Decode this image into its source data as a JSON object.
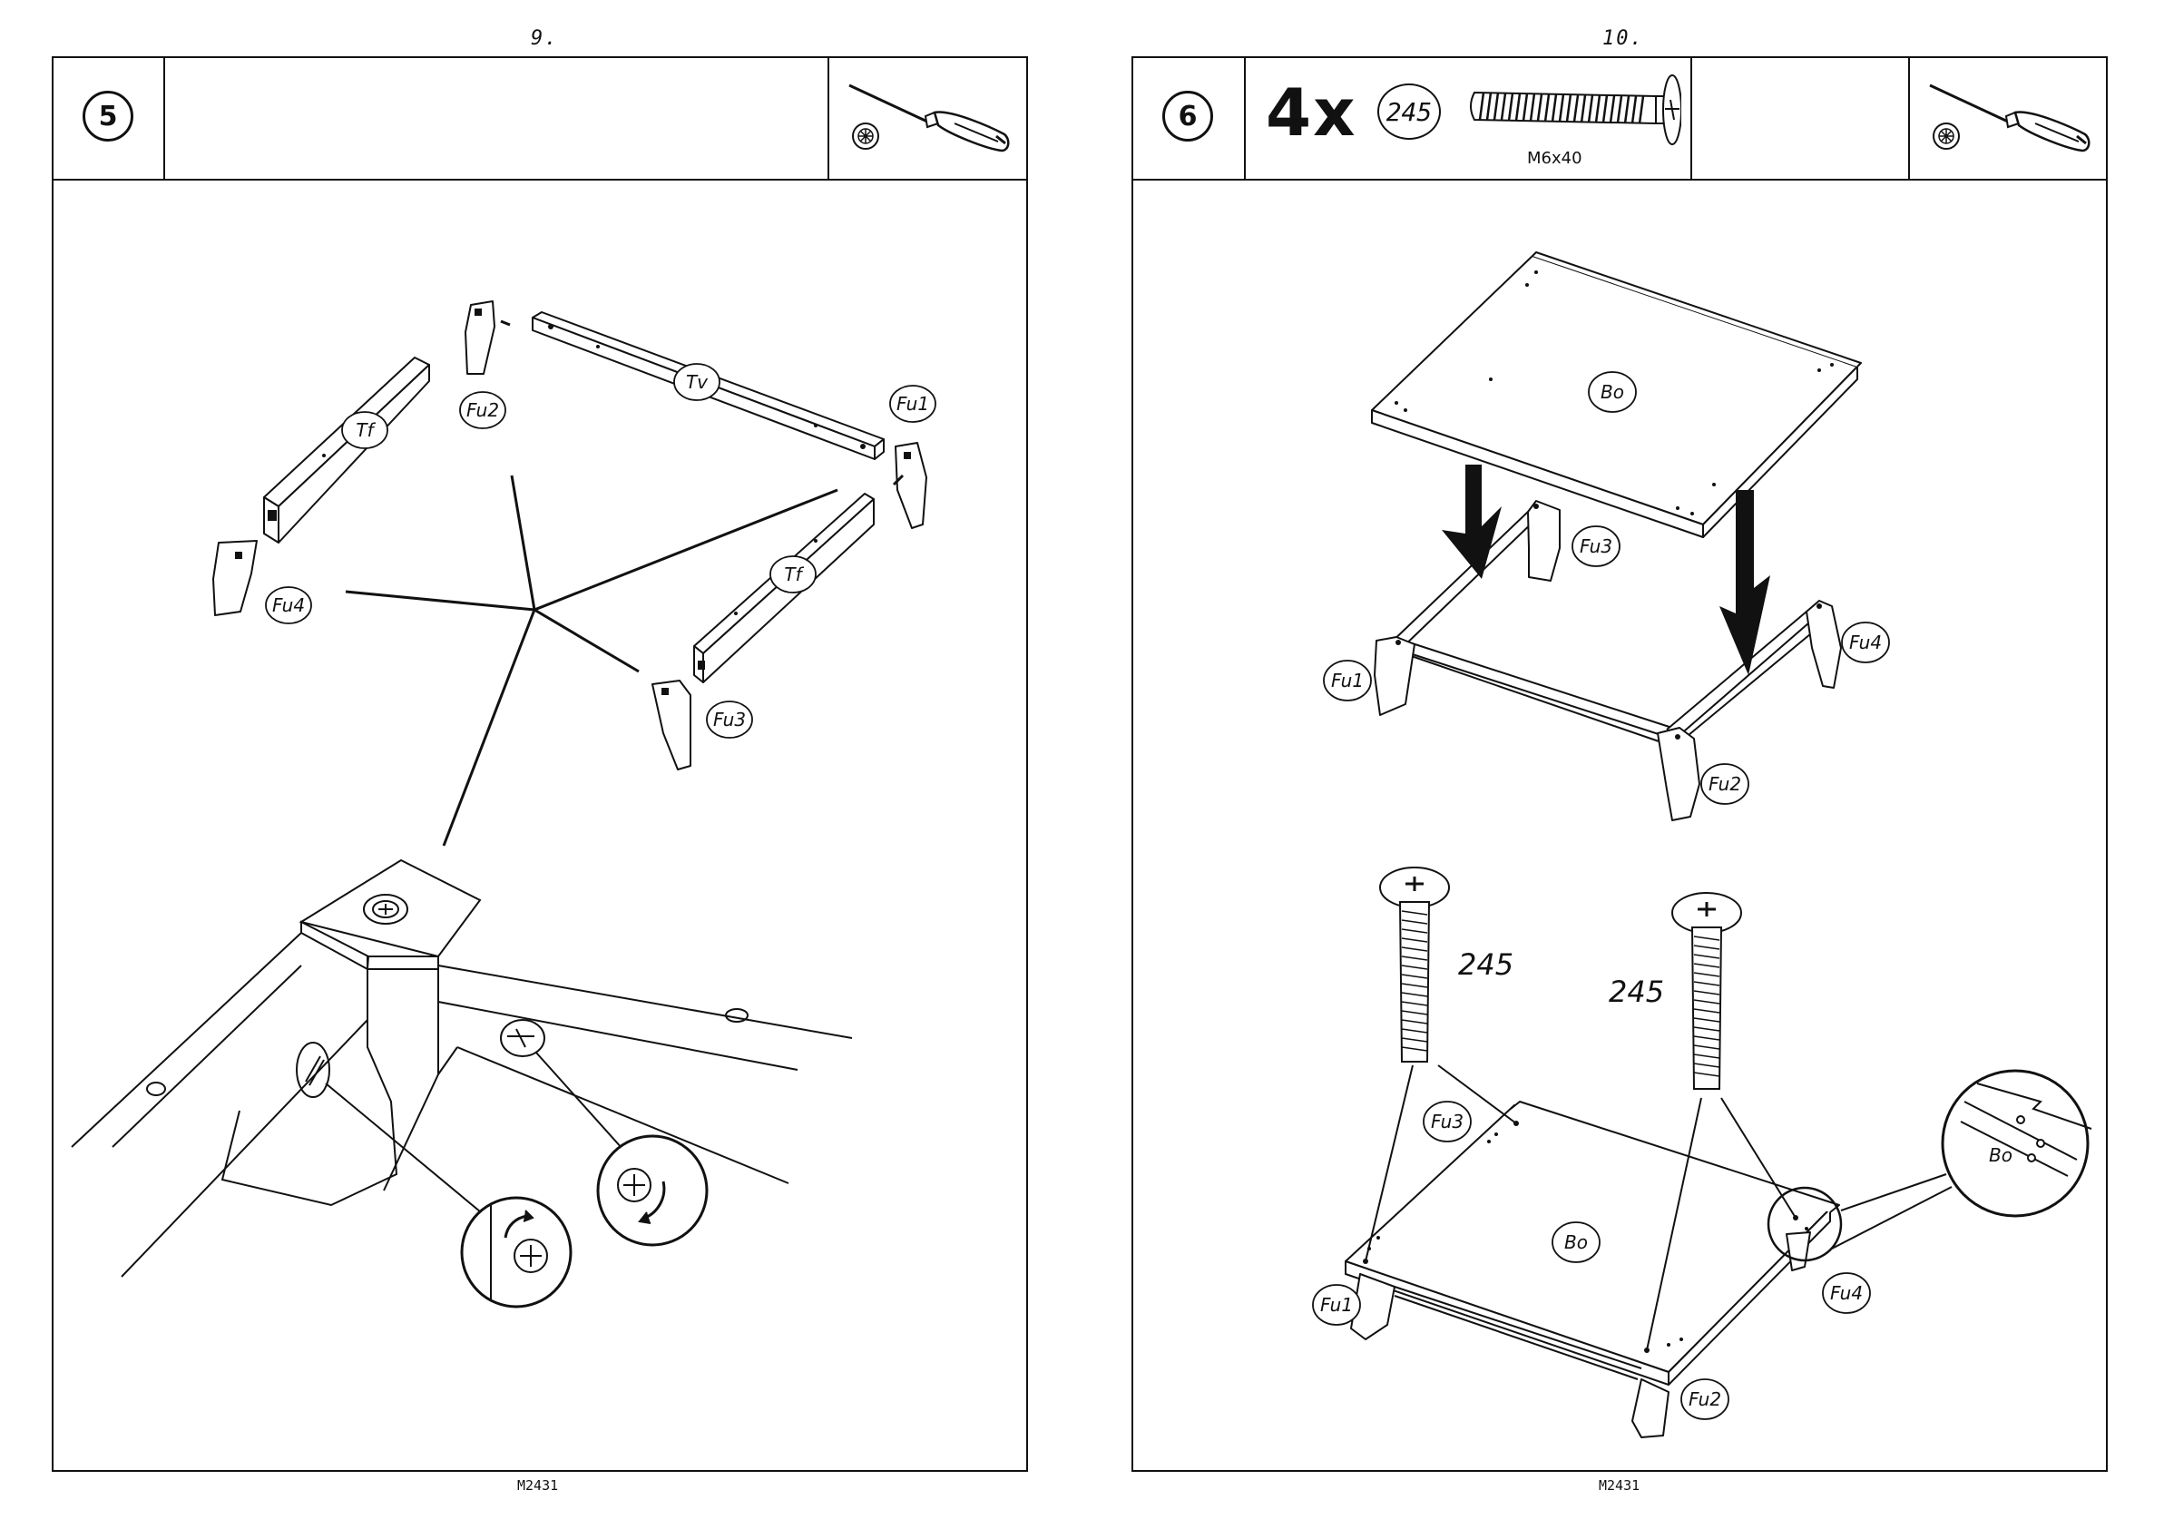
{
  "left_page": {
    "page_number": "9.",
    "step_number": "5",
    "tool_icon": "phillips-screwdriver-icon",
    "part_labels": {
      "tf_left": "Tf",
      "fu2": "Fu2",
      "tv": "Tv",
      "fu1": "Fu1",
      "fu4": "Fu4",
      "tf_right": "Tf",
      "fu3": "Fu3"
    },
    "footer_code": "M2431"
  },
  "right_page": {
    "page_number": "10.",
    "step_number": "6",
    "quantity": "4x",
    "part_number": "245",
    "screw_spec": "M6x40",
    "tool_icon": "phillips-screwdriver-icon",
    "upper_labels": {
      "bo": "Bo",
      "fu3": "Fu3",
      "fu4": "Fu4",
      "fu1": "Fu1",
      "fu2": "Fu2"
    },
    "screw_callouts": {
      "left": "245",
      "right": "245"
    },
    "lower_labels": {
      "fu3": "Fu3",
      "bo": "Bo",
      "bo_detail": "Bo",
      "fu1": "Fu1",
      "fu4": "Fu4",
      "fu2": "Fu2"
    },
    "footer_code": "M2431"
  }
}
